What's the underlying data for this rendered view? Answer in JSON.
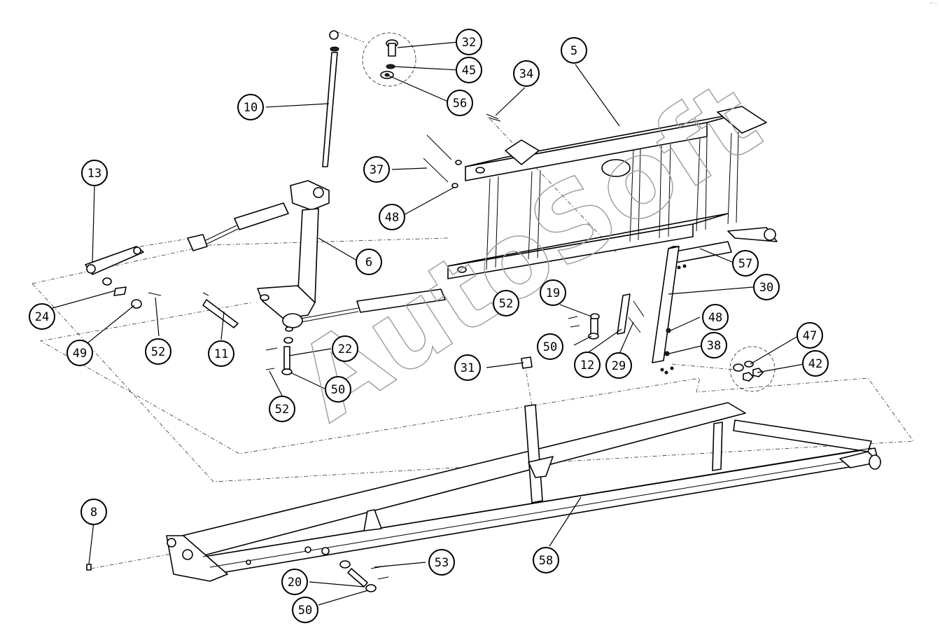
{
  "diagram": {
    "watermark": "AutoSoft",
    "corner_mark": "☍ ▭",
    "callouts": [
      {
        "id": "c-32",
        "label": "32"
      },
      {
        "id": "c-45",
        "label": "45"
      },
      {
        "id": "c-56",
        "label": "56"
      },
      {
        "id": "c-5",
        "label": "5"
      },
      {
        "id": "c-34",
        "label": "34"
      },
      {
        "id": "c-10",
        "label": "10"
      },
      {
        "id": "c-13",
        "label": "13"
      },
      {
        "id": "c-37",
        "label": "37"
      },
      {
        "id": "c-48a",
        "label": "48"
      },
      {
        "id": "c-6",
        "label": "6"
      },
      {
        "id": "c-57",
        "label": "57"
      },
      {
        "id": "c-30",
        "label": "30"
      },
      {
        "id": "c-24",
        "label": "24"
      },
      {
        "id": "c-19",
        "label": "19"
      },
      {
        "id": "c-52a",
        "label": "52"
      },
      {
        "id": "c-48b",
        "label": "48"
      },
      {
        "id": "c-49",
        "label": "49"
      },
      {
        "id": "c-52b",
        "label": "52"
      },
      {
        "id": "c-11",
        "label": "11"
      },
      {
        "id": "c-22",
        "label": "22"
      },
      {
        "id": "c-50a",
        "label": "50"
      },
      {
        "id": "c-47",
        "label": "47"
      },
      {
        "id": "c-38",
        "label": "38"
      },
      {
        "id": "c-31",
        "label": "31"
      },
      {
        "id": "c-12",
        "label": "12"
      },
      {
        "id": "c-29",
        "label": "29"
      },
      {
        "id": "c-42",
        "label": "42"
      },
      {
        "id": "c-50b",
        "label": "50"
      },
      {
        "id": "c-52c",
        "label": "52"
      },
      {
        "id": "c-8",
        "label": "8"
      },
      {
        "id": "c-53",
        "label": "53"
      },
      {
        "id": "c-58",
        "label": "58"
      },
      {
        "id": "c-20",
        "label": "20"
      },
      {
        "id": "c-50c",
        "label": "50"
      }
    ]
  }
}
